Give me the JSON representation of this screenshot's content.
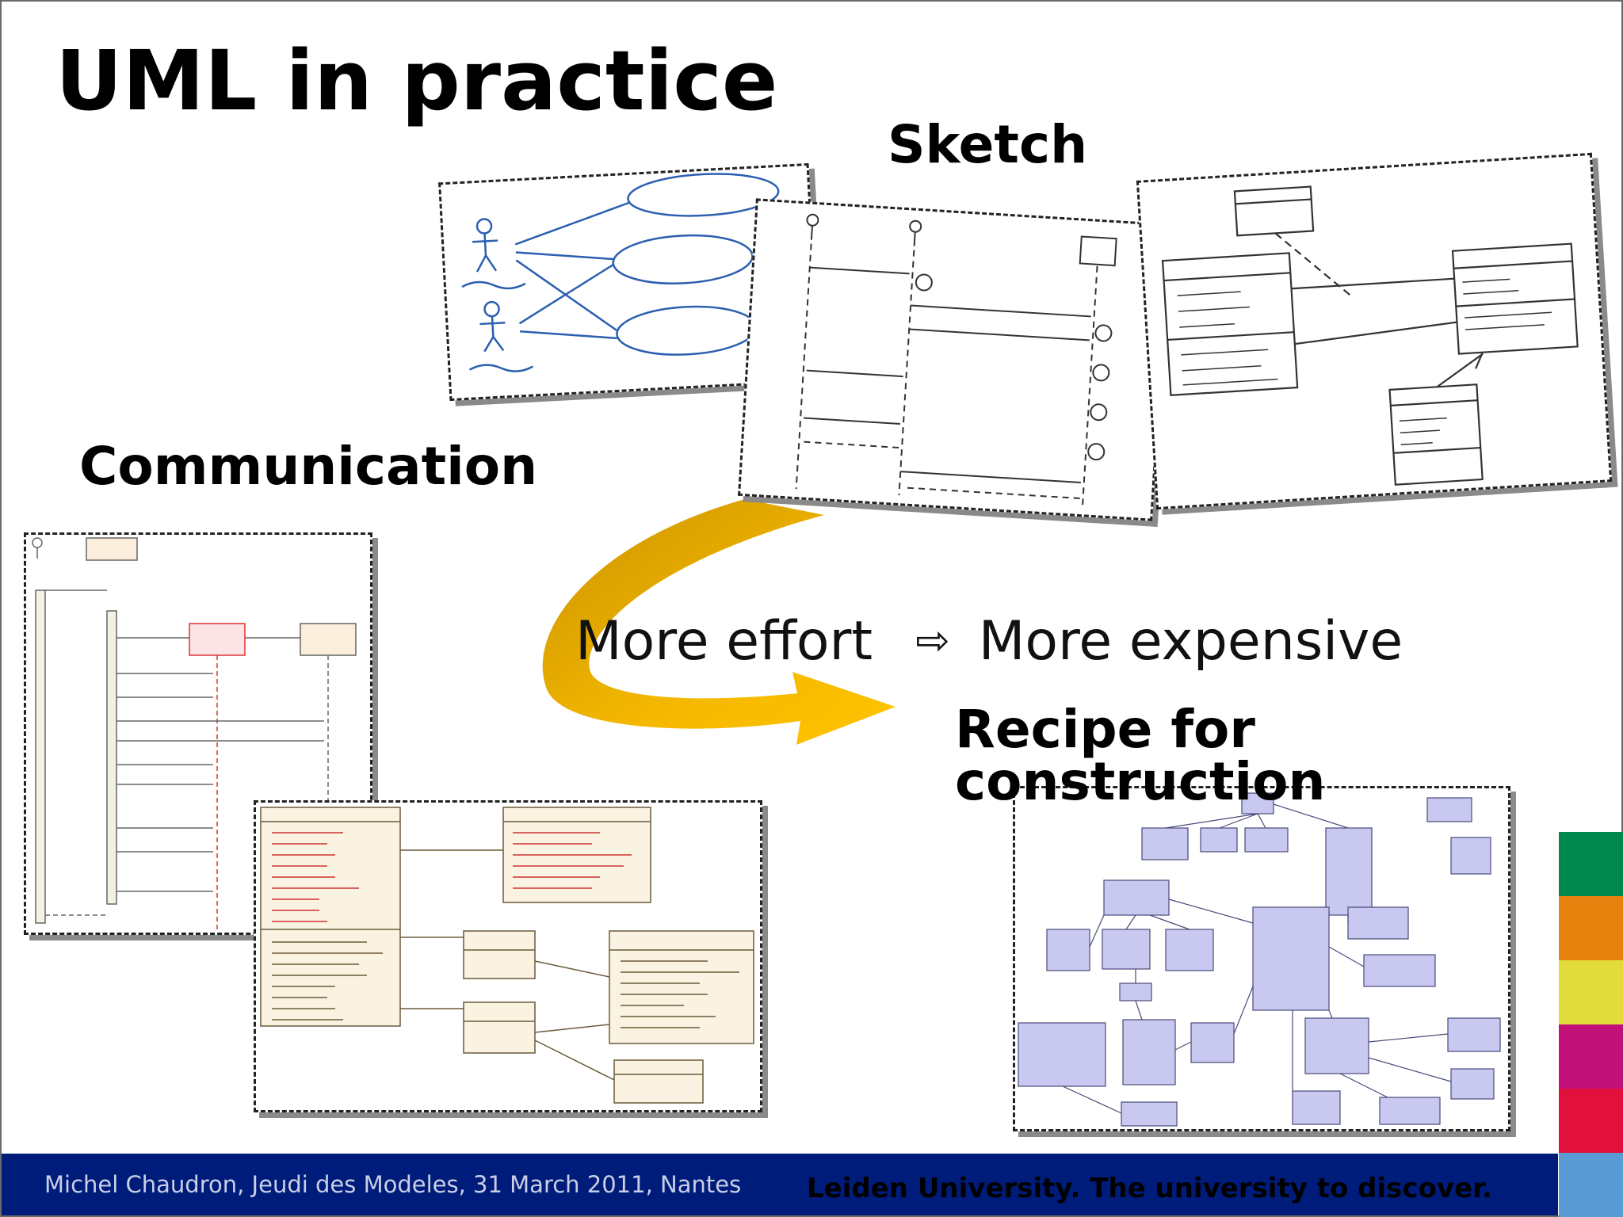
{
  "slide": {
    "title": "UML in practice",
    "sketch_label": "Sketch",
    "communication_label": "Communication",
    "recipe_label": "Recipe for construction",
    "effort_text": "More effort",
    "arrow_glyph": "⇨",
    "expensive_text": "More expensive"
  },
  "footer": {
    "left_text": "Michel Chaudron, Jeudi des Modeles, 31 March 2011, Nantes",
    "right_text": "Leiden University. The university to discover."
  },
  "colors": {
    "footer_bar": "#001c7a",
    "arrow_gold": "#f5b800",
    "stripes": [
      "#00894e",
      "#e8820f",
      "#e1dc3a",
      "#c2127a",
      "#e2103d",
      "#5b9bd5"
    ]
  }
}
